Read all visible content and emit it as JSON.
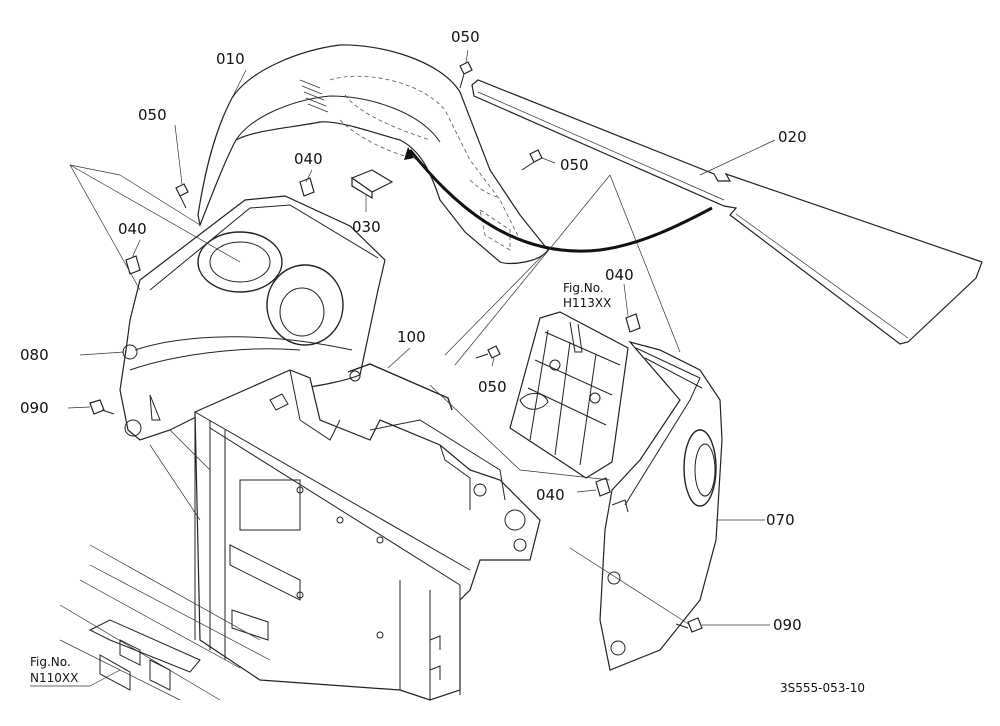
{
  "parts": [
    {
      "id": "part-010",
      "label": "010"
    },
    {
      "id": "part-020",
      "label": "020"
    },
    {
      "id": "part-030",
      "label": "030"
    },
    {
      "id": "part-040-a",
      "label": "040"
    },
    {
      "id": "part-040-b",
      "label": "040"
    },
    {
      "id": "part-040-c",
      "label": "040"
    },
    {
      "id": "part-040-d",
      "label": "040"
    },
    {
      "id": "part-050-a",
      "label": "050"
    },
    {
      "id": "part-050-b",
      "label": "050"
    },
    {
      "id": "part-050-c",
      "label": "050"
    },
    {
      "id": "part-050-d",
      "label": "050"
    },
    {
      "id": "part-070",
      "label": "070"
    },
    {
      "id": "part-080",
      "label": "080"
    },
    {
      "id": "part-090-a",
      "label": "090"
    },
    {
      "id": "part-090-b",
      "label": "090"
    },
    {
      "id": "part-100",
      "label": "100"
    }
  ],
  "figure_refs": {
    "h113": {
      "line1": "Fig.No.",
      "line2": "H113XX"
    },
    "n110": {
      "line1": "Fig.No.",
      "line2": "N110XX"
    }
  },
  "drawing_code": "3S555-053-10"
}
